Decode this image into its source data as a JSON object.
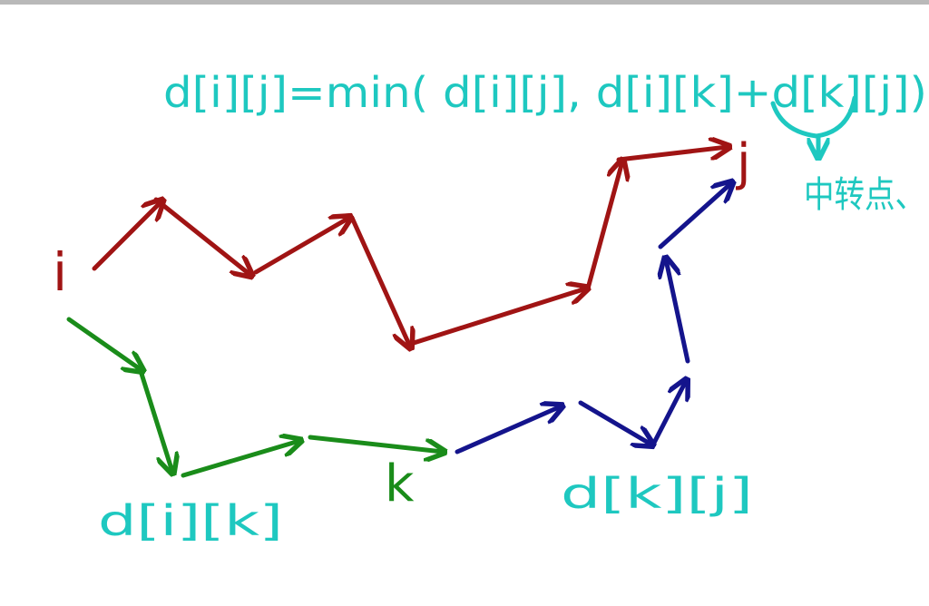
{
  "labels": {
    "formula": "d[i][j]=min( d[i][j], d[i][k]+d[k][j])",
    "transit_note": "中转点、",
    "node_i": "i",
    "node_j": "j",
    "node_k": "k",
    "label_ik": "d[i][k]",
    "label_kj": "d[k][j]"
  },
  "colors": {
    "direct_path": "#a01414",
    "path_i_to_k": "#1a8c1a",
    "path_k_to_j": "#14148c",
    "annotation": "#1ec8c0"
  }
}
